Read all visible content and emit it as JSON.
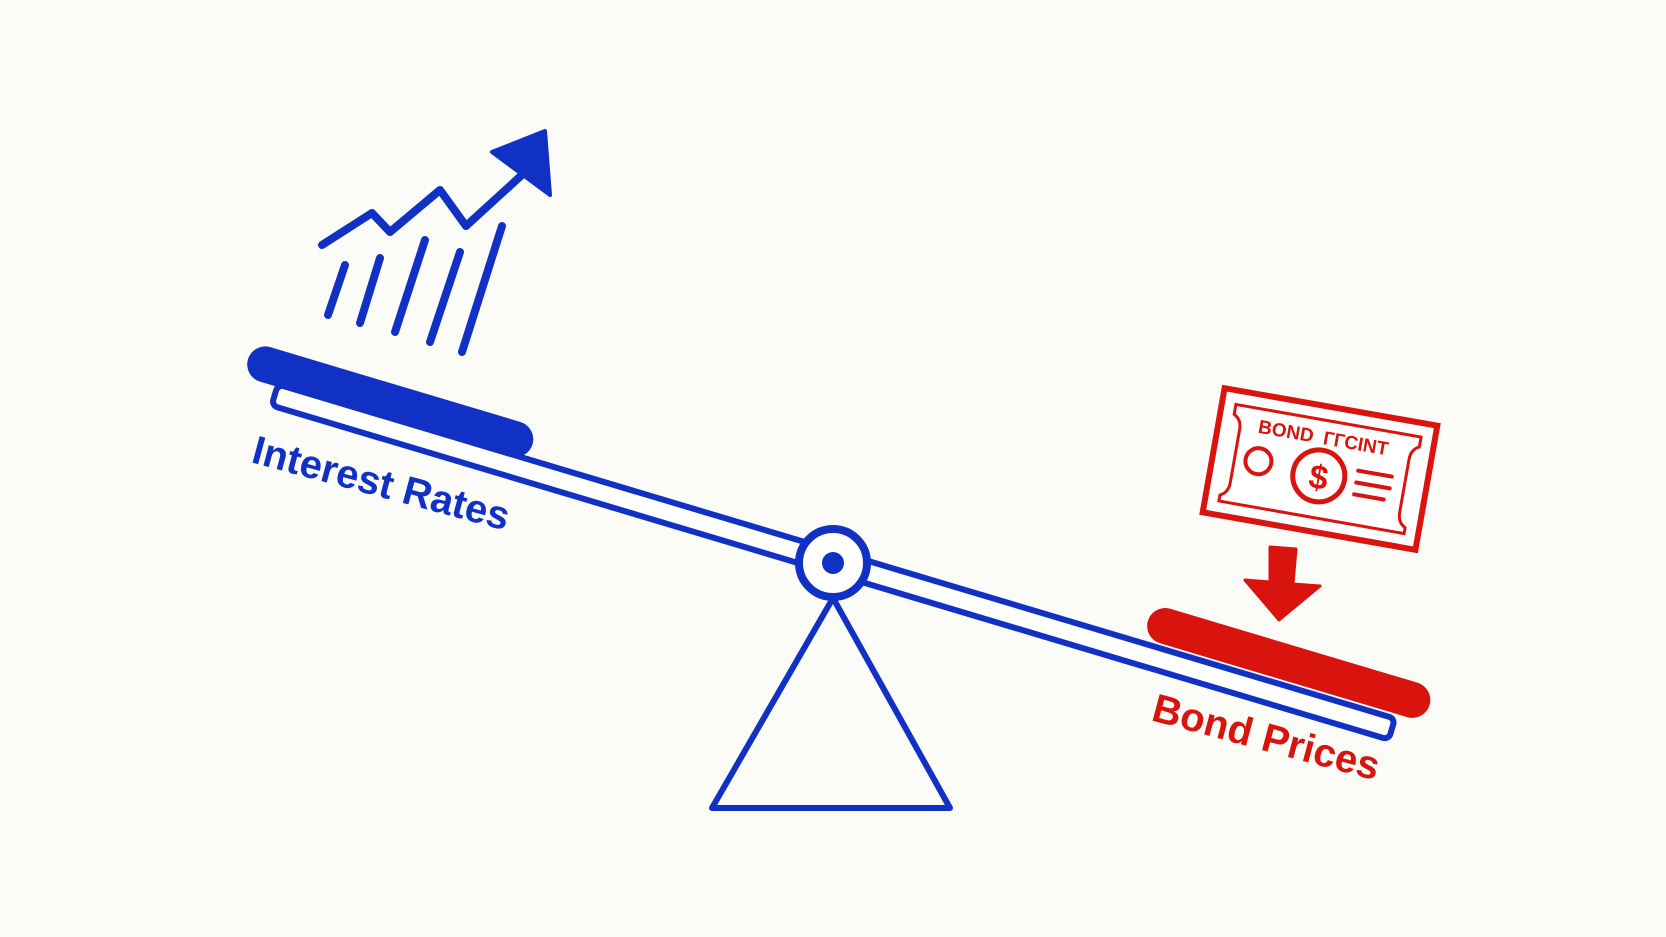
{
  "left_label": "Interest Rates",
  "right_label": "Bond Prices",
  "bond_certificate": {
    "title": "BOND",
    "subtitle": "ГГСINT",
    "currency_symbol": "$"
  },
  "icons": {
    "left": "rising-chart-icon",
    "right": "bond-certificate-icon",
    "down_arrow": "down-arrow-icon",
    "pivot": "fulcrum-icon"
  },
  "colors": {
    "background": "#fbfbf8",
    "blue": "#1130c4",
    "red": "#d9140e"
  }
}
